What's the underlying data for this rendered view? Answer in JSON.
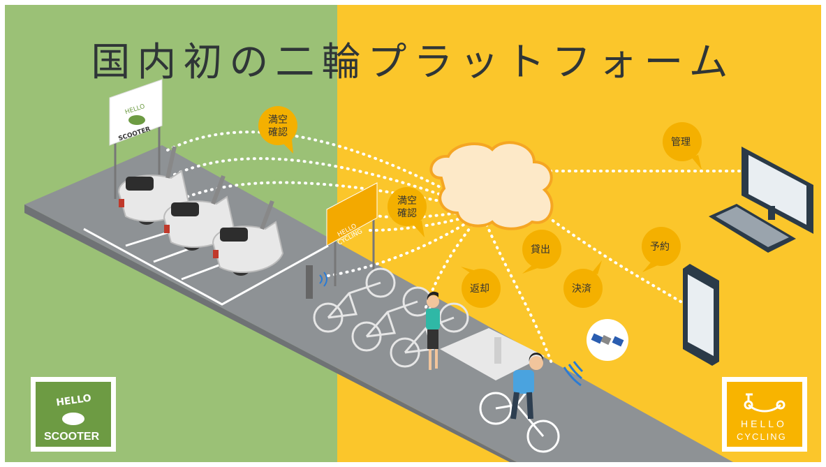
{
  "title": "国内初の二輪プラットフォーム",
  "bubbles": {
    "scooter_check": [
      "満空",
      "確認"
    ],
    "cycle_check": [
      "満空",
      "確認"
    ],
    "manage": "管理",
    "rent": "貸出",
    "reserve": "予約",
    "return": "返却",
    "pay": "決済"
  },
  "scooter_sign": {
    "line1": "HELLO",
    "line2": "SCOOTER"
  },
  "cycling_sign": {
    "line1": "HELLO",
    "line2": "CYCLING"
  },
  "scooter_logo": {
    "line1": "HELLO",
    "line2": "SCOOTER"
  },
  "cycling_logo": {
    "line1": "HELLO",
    "line2": "CYCLING"
  },
  "colors": {
    "left_bg": "#9bc176",
    "right_bg": "#fbc62b",
    "road": "#8e9295",
    "bubble": "#f4b000",
    "scooter_green": "#6d9b43",
    "cycling_yellow": "#f8b400"
  }
}
